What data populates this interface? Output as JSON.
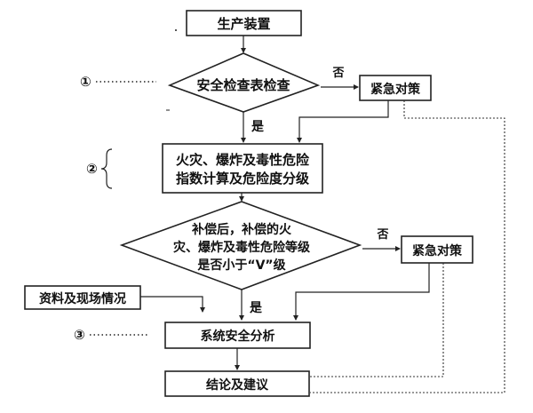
{
  "nodes": {
    "start": "生产装置",
    "check": "安全检查表检查",
    "emergency_1": "紧急对策",
    "index_line1": "火灾、爆炸及毒性危险",
    "index_line2": "指数计算及危险度分级",
    "decision_line1": "补偿后，补偿的火",
    "decision_line2": "灾、爆炸及毒性危险等级",
    "decision_line3": "是否小于“V”级",
    "emergency_2": "紧急对策",
    "data_input": "资料及现场情况",
    "analysis": "系统安全分析",
    "conclusion": "结论及建议"
  },
  "edge_labels": {
    "check_no": "否",
    "check_yes": "是",
    "decision_no": "否",
    "decision_yes": "是"
  },
  "stage_markers": {
    "stage_1": "①",
    "stage_2": "②",
    "stage_3": "③"
  }
}
